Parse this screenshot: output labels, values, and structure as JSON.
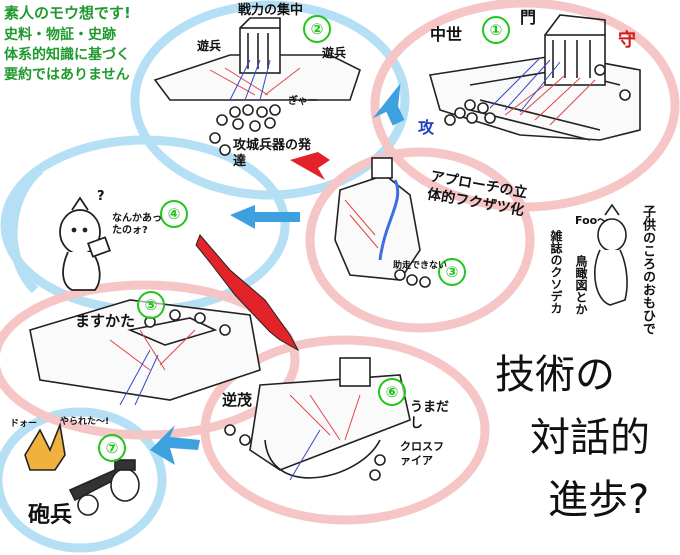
{
  "disclaimer": [
    "素人のモウ想です!",
    "史料・物証・史跡",
    "体系的知識に基づく",
    "要約ではありません"
  ],
  "title": [
    "技術の",
    "対話的",
    "進歩?"
  ],
  "scenes": {
    "s1": {
      "num": "①",
      "chusei": "中世",
      "mon": "門",
      "mamori": "守",
      "seme": "攻"
    },
    "s2": {
      "num": "②",
      "top": "戦力の集中",
      "yuhei_left": "遊兵",
      "yuhei_right": "遊兵",
      "bottom": "攻城兵器の発達",
      "gya": "ぎゃー"
    },
    "s3": {
      "num": "③",
      "text": "アプローチの立体的フクザツ化",
      "small": "助走できない"
    },
    "s4": {
      "num": "④",
      "bubble": "なんかあったのォ?",
      "q": "?"
    },
    "s5": {
      "num": "⑤",
      "label": "ますかた"
    },
    "s6": {
      "num": "⑥",
      "gyakuro": "逆茂",
      "umadashi": "うまだし",
      "crossfire": "クロスファイア"
    },
    "s7": {
      "num": "⑦",
      "dooo": "ドォー",
      "yarareta": "やられた〜!",
      "hohei": "砲兵"
    },
    "side": {
      "foo": "Foo〜",
      "col1": "子供のころのおもひで",
      "col2": "鳥瞰図とか",
      "col3": "雑誌のクソデカ"
    }
  },
  "colors": {
    "ring_blue": "#b5dff5",
    "ring_pink": "#f6c5c5",
    "arrow_red": "#e3232a",
    "arrow_blue": "#3da0df",
    "green": "#22c41f"
  }
}
